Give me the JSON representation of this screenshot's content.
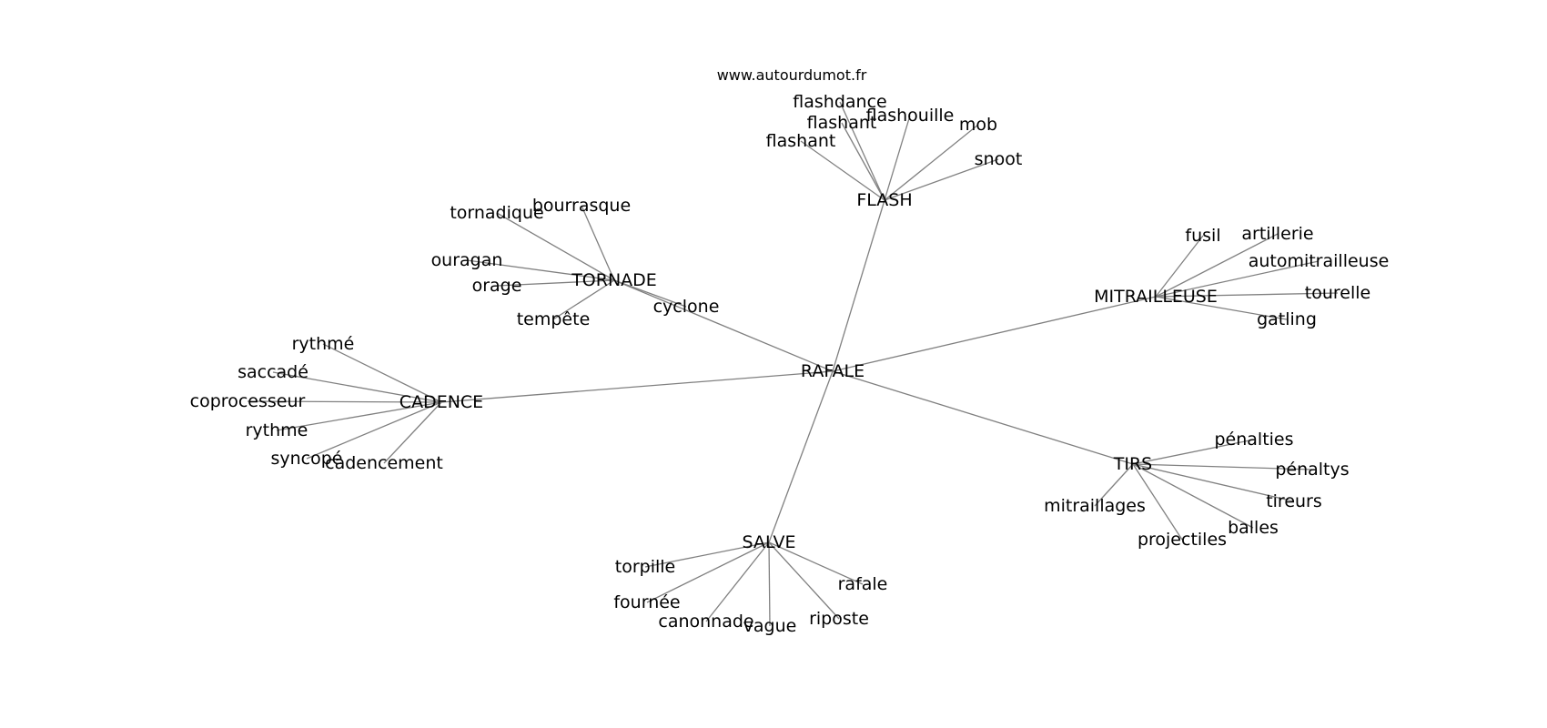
{
  "site": "www.autourdumot.fr",
  "center": "RAFALE",
  "groups": [
    {
      "hub": "FLASH",
      "leaves": [
        "flashdance",
        "flashant",
        "flashouille",
        "mob",
        "flashant",
        "snoot"
      ]
    },
    {
      "hub": "TORNADE",
      "leaves": [
        "tornadique",
        "bourrasque",
        "ouragan",
        "orage",
        "tempête",
        "cyclone"
      ]
    },
    {
      "hub": "MITRAILLEUSE",
      "leaves": [
        "fusil",
        "artillerie",
        "automitrailleuse",
        "tourelle",
        "gatling"
      ]
    },
    {
      "hub": "CADENCE",
      "leaves": [
        "rythmé",
        "saccadé",
        "coprocesseur",
        "rythme",
        "syncopé",
        "cadencement"
      ]
    },
    {
      "hub": "TIRS",
      "leaves": [
        "pénalties",
        "pénaltys",
        "tireurs",
        "balles",
        "projectiles",
        "mitraillages"
      ]
    },
    {
      "hub": "SALVE",
      "leaves": [
        "torpille",
        "fournée",
        "canonnade",
        "vague",
        "riposte",
        "rafale"
      ]
    }
  ]
}
